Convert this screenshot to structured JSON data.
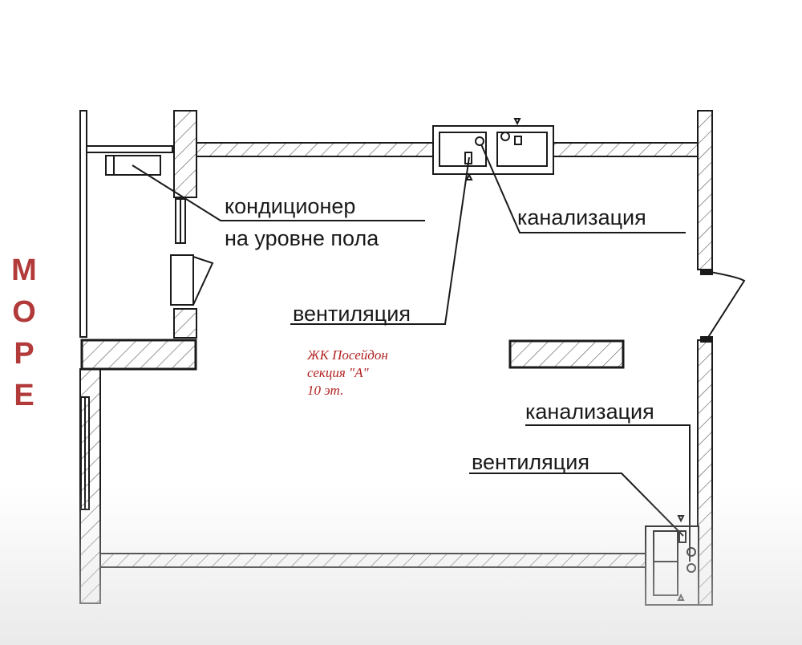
{
  "sea_label": [
    "М",
    "О",
    "Р",
    "Е"
  ],
  "labels": {
    "ac_line1": "кондиционер",
    "ac_line2": "на уровне пола",
    "sewage_top": "канализация",
    "ventilation_top": "вентиляция",
    "sewage_bottom": "канализация",
    "ventilation_bottom": "вентиляция"
  },
  "note": {
    "line1": "ЖК Посейдон",
    "line2": "секция \"А\"",
    "line3": "10 эт."
  },
  "colors": {
    "sea": "#b23a3a",
    "note": "#b22222",
    "lines": "#1a1a1a"
  }
}
